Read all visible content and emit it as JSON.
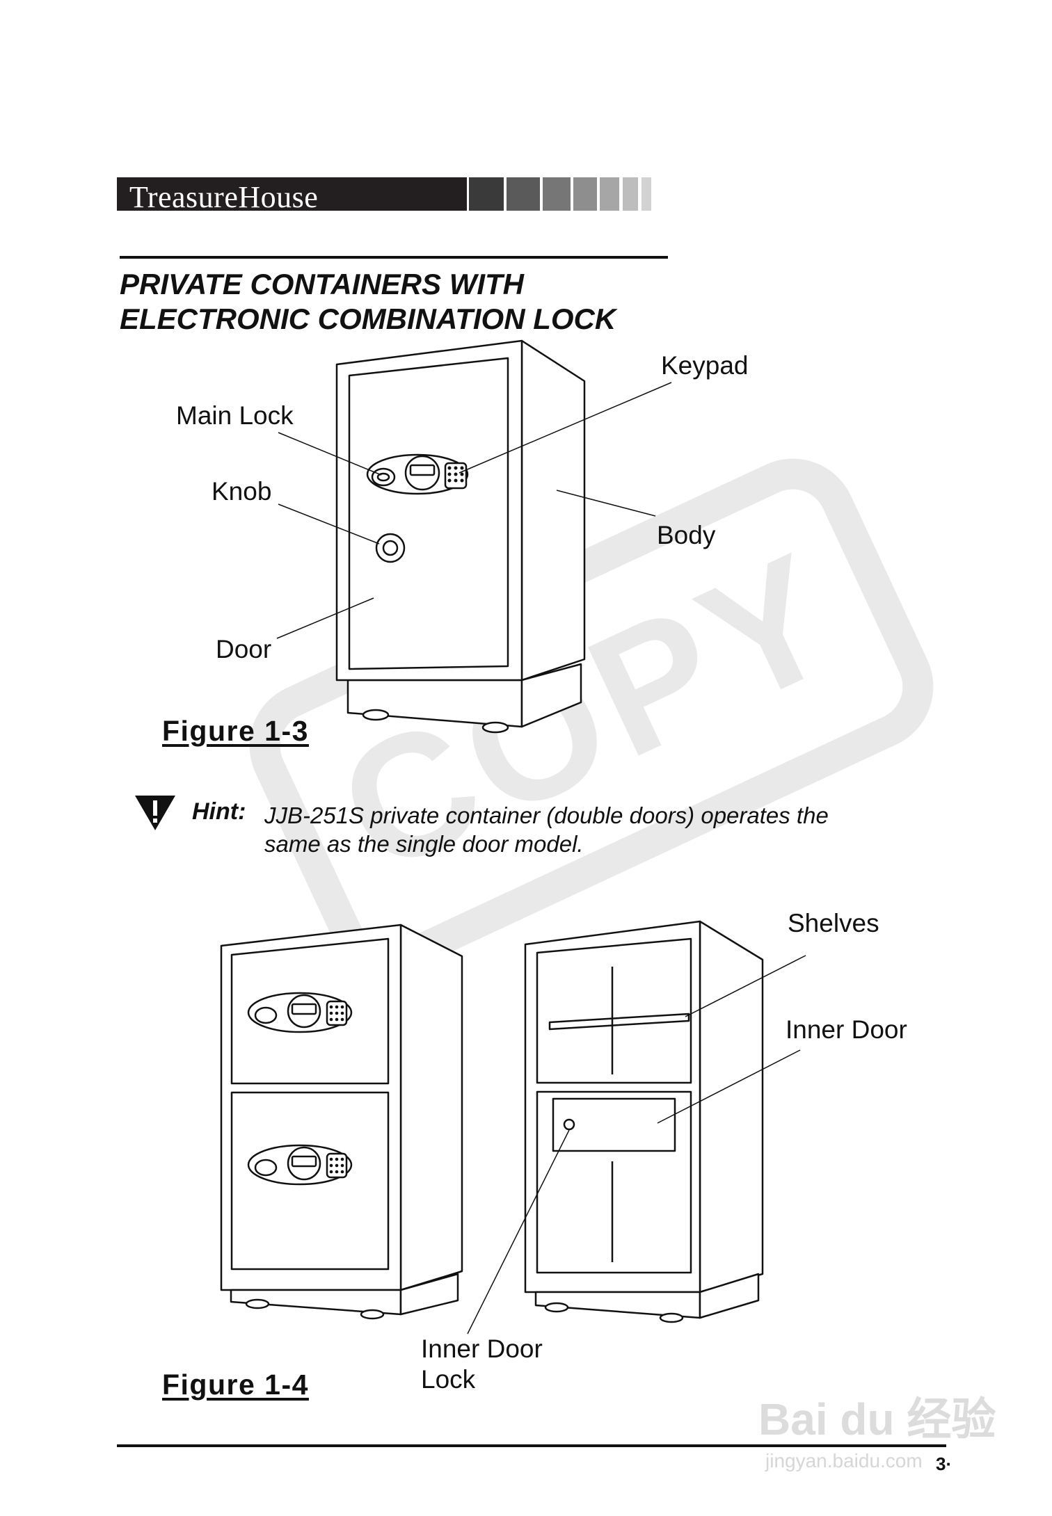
{
  "header": {
    "brand": "TreasureHouse",
    "stripe_colors": [
      "#3a3a3a",
      "#5a5a5a",
      "#767676",
      "#8e8e8e",
      "#a6a6a6",
      "#bdbdbd",
      "#d2d2d2"
    ]
  },
  "section": {
    "title_line1": "PRIVATE CONTAINERS WITH",
    "title_line2": "ELECTRONIC COMBINATION LOCK"
  },
  "figure_1_3": {
    "caption": "Figure 1-3",
    "labels": {
      "keypad": "Keypad",
      "main_lock": "Main Lock",
      "knob": "Knob",
      "body": "Body",
      "door": "Door"
    }
  },
  "hint": {
    "label": "Hint:",
    "line1": "JJB-251S private container (double doors) operates the",
    "line2": "same as the single door model.",
    "icon": "exclamation-triangle-icon"
  },
  "figure_1_4": {
    "caption": "Figure 1-4",
    "labels": {
      "shelves": "Shelves",
      "inner_door": "Inner Door",
      "inner_door_lock_line1": "Inner Door",
      "inner_door_lock_line2": "Lock"
    }
  },
  "watermark": {
    "text": "COPY"
  },
  "footer": {
    "page_number": "3·",
    "baidu_logo_text": "Bai du 经验",
    "baidu_url": "jingyan.baidu.com"
  }
}
